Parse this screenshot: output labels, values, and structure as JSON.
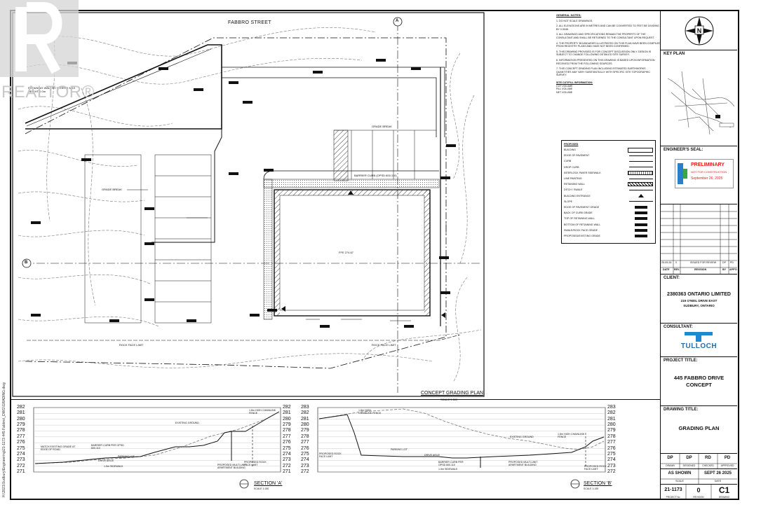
{
  "watermark": {
    "text": "REALTOR®"
  },
  "plan": {
    "street": "FABBRO STREET",
    "title": "CONCEPT GRADING PLAN",
    "scale_note": "SCALE 1:500",
    "ffe": "FFE 274.67",
    "labels": {
      "grade_break": "GRADE BREAK",
      "rock_face_limit": "ROCK FACE LIMIT",
      "barrier_curb": "BARRIER CURB (OPSD 600.110)",
      "retaining_wall": "RETAINING WALL BY OTHERS MAX HEIGHT 2.0m"
    },
    "section_markers": {
      "a": "A",
      "b": "B"
    }
  },
  "notes": {
    "title": "GENERAL NOTES:",
    "items": [
      "1.  DO NOT SCALE DRAWINGS.",
      "2.  ALL ELEVATIONS ARE IN METRES AND CAN BE CONVERTED TO FEET BE DIVIDING BY 0.3048.",
      "3.  ALL DRAWINGS AND SPECIFICATIONS REMAIN THE PROPERTY OF THE CONSULTANT AND SHALL BE RETURNED TO THE CONSULTANT UPON REQUEST.",
      "4.  THE PROPERTY BOUNDARIES ILLUSTRATED ON THIS PLAN HAVE BEEN COMPILED FROM REGISTRY PLANS AND HAVE NOT BEEN CONFIRMED.",
      "5.  THIS DRAWING PROVIDED IS FOR CONCEPT DISCUSSION ONLY. DESIGN IS SUBJECT TO CHANGE FOLLOWING DETAILED SITE SURVEY.",
      "6.  INFORMATION PRESENTED ON THIS DRAWING IS BASED UPON INFORMATION RECEIVED FROM THE FOLLOWING SOURCES.",
      "7.  THIS CONCEPT GRADING PLAN INCLUDING ESTIMATED EARTHWORKS QUANTITIES MAY VARY SUBSTANTIALLY WITH SPECIFIC SITE TOPOGRAPHIC SURVEY."
    ],
    "cut_fill_title": "SITE CUT/FILL INFORMATION:",
    "cut": "CUT VOLUME",
    "fill": "FILL VOLUME",
    "net": "NET VOLUME"
  },
  "legend": {
    "title": "PROPOSED",
    "items": [
      "BUILDING",
      "EDGE OF PAVEMENT",
      "CURB",
      "DROP CURB",
      "INTERLOCK PAVER SIDEWALK",
      "LINE PAINTING",
      "RETAINING WALL",
      "DITCH / SWALE",
      "BUILDING ENTRANCE",
      "SLOPE",
      "EDGE OF PAVEMENT GRADE",
      "BACK OF CURB GRADE",
      "TOP OF RETAINING WALL",
      "BOTTOM OF RETAINING WALL",
      "SWALE/ROCK FACE GRADE",
      "PROPOSED/EXISTING GRADE"
    ]
  },
  "titleblock": {
    "key_plan": "KEY PLAN",
    "engineer_seal": "ENGINEER'S SEAL:",
    "seal_status": "PRELIMINARY",
    "seal_sub": "NOT FOR CONSTRUCTION",
    "seal_date": "September 26, 2025",
    "rev_row": [
      "25-09-26",
      "0",
      "ISSUED FOR REVIEW",
      "DP",
      "PD"
    ],
    "rev_headers": [
      "DATE",
      "REV.",
      "REVISION",
      "BY",
      "APP'D"
    ],
    "client_label": "CLIENT:",
    "client_name": "2380363 ONTARIO LIMITED",
    "client_addr1": "219 O'NEIL DRIVE EAST",
    "client_addr2": "SUDBURY, ONTARIO",
    "consultant_label": "CONSULTANT:",
    "consultant_name": "TULLOCH",
    "project_label": "PROJECT TITLE:",
    "project_line1": "445 FABBRO DRIVE",
    "project_line2": "CONCEPT",
    "drawing_label": "DRAWING TITLE:",
    "drawing_title": "GRADING PLAN",
    "sig_values": [
      "DP",
      "DP",
      "RD",
      "PD"
    ],
    "sig_labels": [
      "DRAWN",
      "DESIGNED",
      "CHECKED",
      "APPROVED"
    ],
    "scale_value": "AS SHOWN",
    "date_value": "SEPT 26 2025",
    "scale_label": "SCALE",
    "date_label": "DATE",
    "project_no": "21-1173",
    "revision": "0",
    "drawing_no": "C1",
    "project_no_label": "PROJECT No.",
    "revision_label": "REVISION",
    "drawing_label2": "DRAWING"
  },
  "sections": {
    "a": {
      "title": "SECTION 'A'",
      "scale": "SCALE 1:150",
      "y_ticks": [
        "282",
        "281",
        "280",
        "279",
        "278",
        "277",
        "276",
        "275",
        "274",
        "273",
        "272",
        "271"
      ],
      "labels": [
        "MATCH EXISTING GRADE AT EDGE OF ROAD",
        "BARRIER CURB PER OPSD 600.110",
        "PARKING LOT",
        "DRIVE AISLE",
        "1.5m SIDEWALK",
        "EXISTING GROUND",
        "PROPOSED MULTI-UNIT APARTMENT BUILDING",
        "PROPOSED ROCK FACE LIMIT",
        "1.8m HIGH CHAINLINK FENCE"
      ]
    },
    "b": {
      "title": "SECTION 'B'",
      "scale": "SCALE 1:150",
      "y_ticks": [
        "283",
        "282",
        "281",
        "280",
        "279",
        "278",
        "277",
        "276",
        "275",
        "274",
        "273",
        "272"
      ],
      "labels": [
        "1.8m HIGH CHAINLINK FENCE",
        "PROPOSED ROCK FACE LIMIT",
        "PARKING LOT",
        "DRIVE AISLE",
        "BARRIER CURB PER OPSD 600.110",
        "1.5m SIDEWALK",
        "PROPOSED MULTI-UNIT APARTMENT BUILDING",
        "EXISTING GROUND",
        "1.8m HIGH CHAINLINK FENCE",
        "PROPOSED ROCK FACE LIMIT"
      ]
    }
  },
  "side_path": "H:\\2021\\Sudbury\\Engineering\\21-1173 445 Fabbro\\_DWG\\GRADING.dwg"
}
